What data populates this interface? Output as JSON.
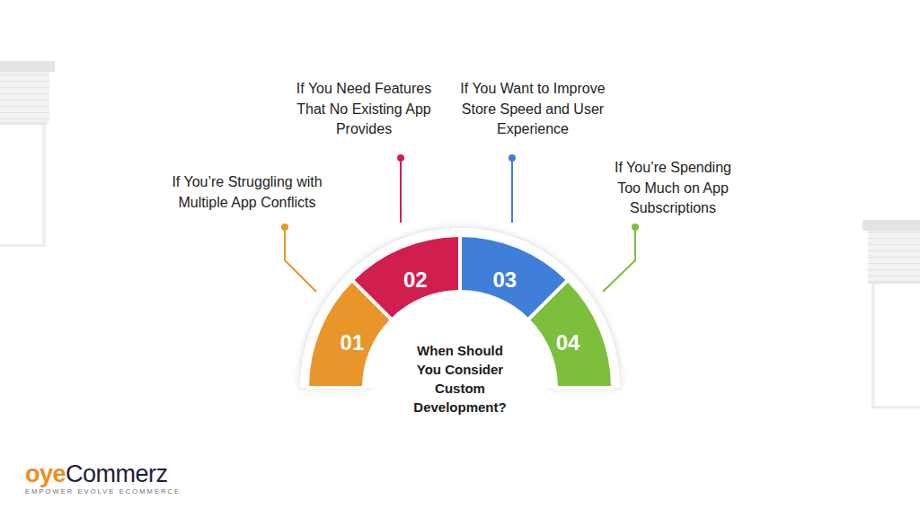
{
  "diagram": {
    "nodes": [
      {
        "text": [
          "01"
        ]
      },
      {
        "text": [
          "02"
        ]
      },
      {
        "text": [
          "03"
        ]
      },
      {
        "text": [
          "04"
        ]
      },
      {
        "text": [
          "When Should You Consider Custom Development?"
        ]
      }
    ],
    "labels": [
      "If You’re Struggling with Multiple App Conflicts",
      "If You Need Features That No Existing App Provides",
      "If You Want to Improve Store Speed and User Experience",
      "If You’re Spending Too Much on App Subscriptions",
      "oye",
      "Commerz",
      "EMPOWER EVOLVE ECOMMERCE"
    ]
  }
}
